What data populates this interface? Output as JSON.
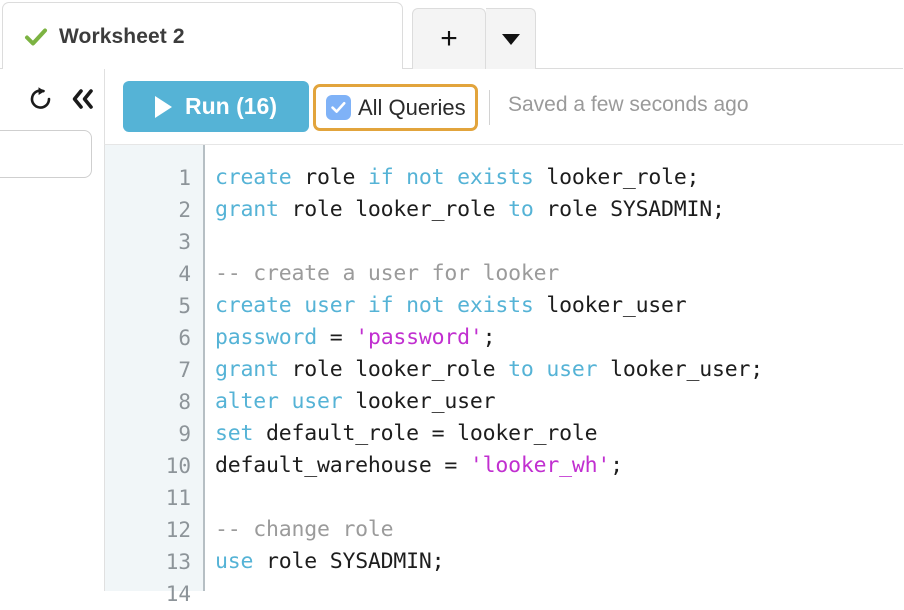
{
  "tabs": {
    "active": {
      "label": "Worksheet 2",
      "status_icon": "check-icon"
    },
    "new_tab_label": "+",
    "menu_icon": "chevron-down-icon"
  },
  "left_rail": {
    "refresh_icon": "refresh-icon",
    "collapse_icon": "double-chevron-left-icon",
    "search_value": ""
  },
  "toolbar": {
    "run_label": "Run (16)",
    "run_icon": "play-icon",
    "all_queries_label": "All Queries",
    "all_queries_checked": true,
    "saved_status": "Saved a few seconds ago",
    "accent_blue": "#55b3d6",
    "focus_orange": "#e2a43c",
    "checkbox_blue": "#7fb2f7"
  },
  "editor": {
    "line_numbers": [
      "1",
      "2",
      "3",
      "4",
      "5",
      "6",
      "7",
      "8",
      "9",
      "10",
      "11",
      "12",
      "13",
      "14"
    ],
    "lines": [
      [
        {
          "t": "create ",
          "c": "k"
        },
        {
          "t": "role ",
          "c": "p"
        },
        {
          "t": "if not exists ",
          "c": "k"
        },
        {
          "t": "looker_role;",
          "c": "p"
        }
      ],
      [
        {
          "t": "grant ",
          "c": "k"
        },
        {
          "t": "role looker_role ",
          "c": "p"
        },
        {
          "t": "to ",
          "c": "k"
        },
        {
          "t": "role SYSADMIN;",
          "c": "p"
        }
      ],
      [],
      [
        {
          "t": "-- create a user for looker",
          "c": "c"
        }
      ],
      [
        {
          "t": "create user if not exists ",
          "c": "k"
        },
        {
          "t": "looker_user",
          "c": "p"
        }
      ],
      [
        {
          "t": "password ",
          "c": "k"
        },
        {
          "t": "= ",
          "c": "p"
        },
        {
          "t": "'password'",
          "c": "s"
        },
        {
          "t": ";",
          "c": "p"
        }
      ],
      [
        {
          "t": "grant ",
          "c": "k"
        },
        {
          "t": "role looker_role ",
          "c": "p"
        },
        {
          "t": "to user ",
          "c": "k"
        },
        {
          "t": "looker_user;",
          "c": "p"
        }
      ],
      [
        {
          "t": "alter user ",
          "c": "k"
        },
        {
          "t": "looker_user",
          "c": "p"
        }
      ],
      [
        {
          "t": "set ",
          "c": "k"
        },
        {
          "t": "default_role = looker_role",
          "c": "p"
        }
      ],
      [
        {
          "t": "default_warehouse = ",
          "c": "p"
        },
        {
          "t": "'looker_wh'",
          "c": "s"
        },
        {
          "t": ";",
          "c": "p"
        }
      ],
      [],
      [
        {
          "t": "-- change role",
          "c": "c"
        }
      ],
      [
        {
          "t": "use ",
          "c": "k"
        },
        {
          "t": "role SYSADMIN;",
          "c": "p"
        }
      ],
      []
    ],
    "colors": {
      "keyword": "#55b3d6",
      "string": "#c12fd0",
      "comment": "#9b9b9b",
      "plain": "#1d1d1d",
      "gutter_bg": "#f1f6f8",
      "gutter_text": "#8d9499"
    }
  }
}
